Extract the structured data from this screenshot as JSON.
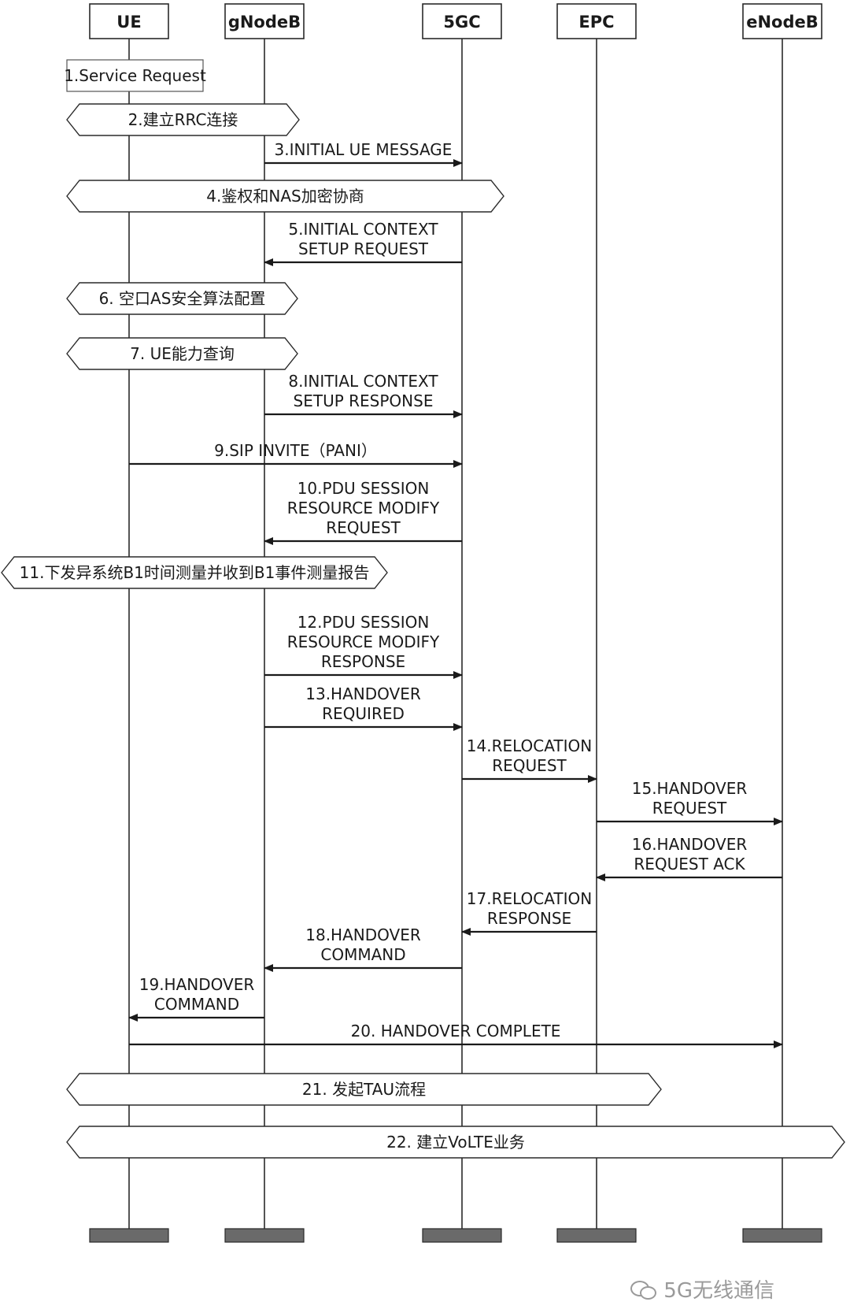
{
  "diagram": {
    "entities": [
      {
        "id": "ue",
        "label": "UE"
      },
      {
        "id": "gnb",
        "label": "gNodeB"
      },
      {
        "id": "5gc",
        "label": "5GC"
      },
      {
        "id": "epc",
        "label": "EPC"
      },
      {
        "id": "enb",
        "label": "eNodeB"
      }
    ],
    "steps": [
      {
        "kind": "box",
        "lines": [
          "1.Service Request"
        ],
        "from": "ue"
      },
      {
        "kind": "hex",
        "lines": [
          "2.建立RRC连接"
        ],
        "from": "ue",
        "to": "gnb"
      },
      {
        "kind": "arrow",
        "lines": [
          "3.INITIAL UE MESSAGE"
        ],
        "from": "gnb",
        "to": "5gc"
      },
      {
        "kind": "hex",
        "lines": [
          "4.鉴权和NAS加密协商"
        ],
        "from": "ue",
        "to": "5gc"
      },
      {
        "kind": "arrow",
        "lines": [
          "5.INITIAL CONTEXT",
          "SETUP REQUEST"
        ],
        "from": "5gc",
        "to": "gnb"
      },
      {
        "kind": "hex",
        "lines": [
          "6. 空口AS安全算法配置"
        ],
        "from": "ue",
        "to": "gnb"
      },
      {
        "kind": "hex",
        "lines": [
          "7. UE能力查询"
        ],
        "from": "ue",
        "to": "gnb"
      },
      {
        "kind": "arrow",
        "lines": [
          "8.INITIAL CONTEXT",
          "SETUP RESPONSE"
        ],
        "from": "gnb",
        "to": "5gc"
      },
      {
        "kind": "arrow",
        "lines": [
          "9.SIP INVITE（PANI）"
        ],
        "from": "ue",
        "to": "5gc"
      },
      {
        "kind": "arrow",
        "lines": [
          "10.PDU SESSION",
          "RESOURCE MODIFY",
          "REQUEST"
        ],
        "from": "5gc",
        "to": "gnb"
      },
      {
        "kind": "hex",
        "lines": [
          "11.下发异系统B1时间测量并收到B1事件测量报告"
        ],
        "from": "ue",
        "to": "gnb"
      },
      {
        "kind": "arrow",
        "lines": [
          "12.PDU SESSION",
          "RESOURCE MODIFY",
          "RESPONSE"
        ],
        "from": "gnb",
        "to": "5gc"
      },
      {
        "kind": "arrow",
        "lines": [
          "13.HANDOVER",
          "REQUIRED"
        ],
        "from": "gnb",
        "to": "5gc"
      },
      {
        "kind": "arrow",
        "lines": [
          "14.RELOCATION",
          "REQUEST"
        ],
        "from": "5gc",
        "to": "epc"
      },
      {
        "kind": "arrow",
        "lines": [
          "15.HANDOVER",
          "REQUEST"
        ],
        "from": "epc",
        "to": "enb"
      },
      {
        "kind": "arrow",
        "lines": [
          "16.HANDOVER",
          "REQUEST ACK"
        ],
        "from": "enb",
        "to": "epc"
      },
      {
        "kind": "arrow",
        "lines": [
          "17.RELOCATION",
          "RESPONSE"
        ],
        "from": "epc",
        "to": "5gc"
      },
      {
        "kind": "arrow",
        "lines": [
          "18.HANDOVER",
          "COMMAND"
        ],
        "from": "5gc",
        "to": "gnb"
      },
      {
        "kind": "arrow",
        "lines": [
          "19.HANDOVER",
          "COMMAND"
        ],
        "from": "gnb",
        "to": "ue"
      },
      {
        "kind": "arrow",
        "lines": [
          "20. HANDOVER COMPLETE"
        ],
        "from": "ue",
        "to": "enb"
      },
      {
        "kind": "hex",
        "lines": [
          "21. 发起TAU流程"
        ],
        "from": "ue",
        "to": "epc"
      },
      {
        "kind": "hex",
        "lines": [
          "22. 建立VoLTE业务"
        ],
        "from": "ue",
        "to": "enb"
      }
    ]
  },
  "watermark": {
    "text": "5G无线通信",
    "icon": "wechat-icon"
  }
}
